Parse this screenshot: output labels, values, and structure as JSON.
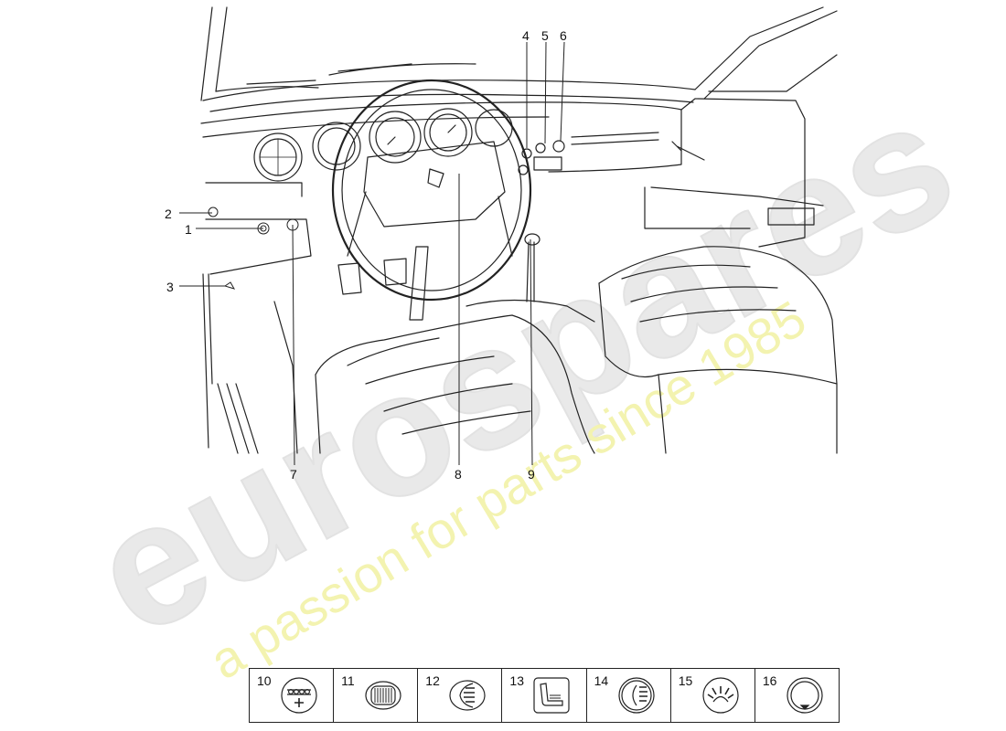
{
  "watermark": {
    "brand": "eurospares",
    "tagline": "a passion for parts since 1985",
    "brand_color": "#e9e9e9",
    "tagline_color": "#f3f3b0"
  },
  "callouts": [
    "1",
    "2",
    "3",
    "4",
    "5",
    "6",
    "7",
    "8",
    "9"
  ],
  "legend": [
    {
      "number": "10",
      "icon": "rear-window-defrost-icon"
    },
    {
      "number": "11",
      "icon": "heated-rear-window-icon"
    },
    {
      "number": "12",
      "icon": "heater-fan-icon"
    },
    {
      "number": "13",
      "icon": "seat-heater-icon"
    },
    {
      "number": "14",
      "icon": "fog-lamp-icon"
    },
    {
      "number": "15",
      "icon": "interior-light-icon"
    },
    {
      "number": "16",
      "icon": "switch-knob-icon"
    }
  ]
}
